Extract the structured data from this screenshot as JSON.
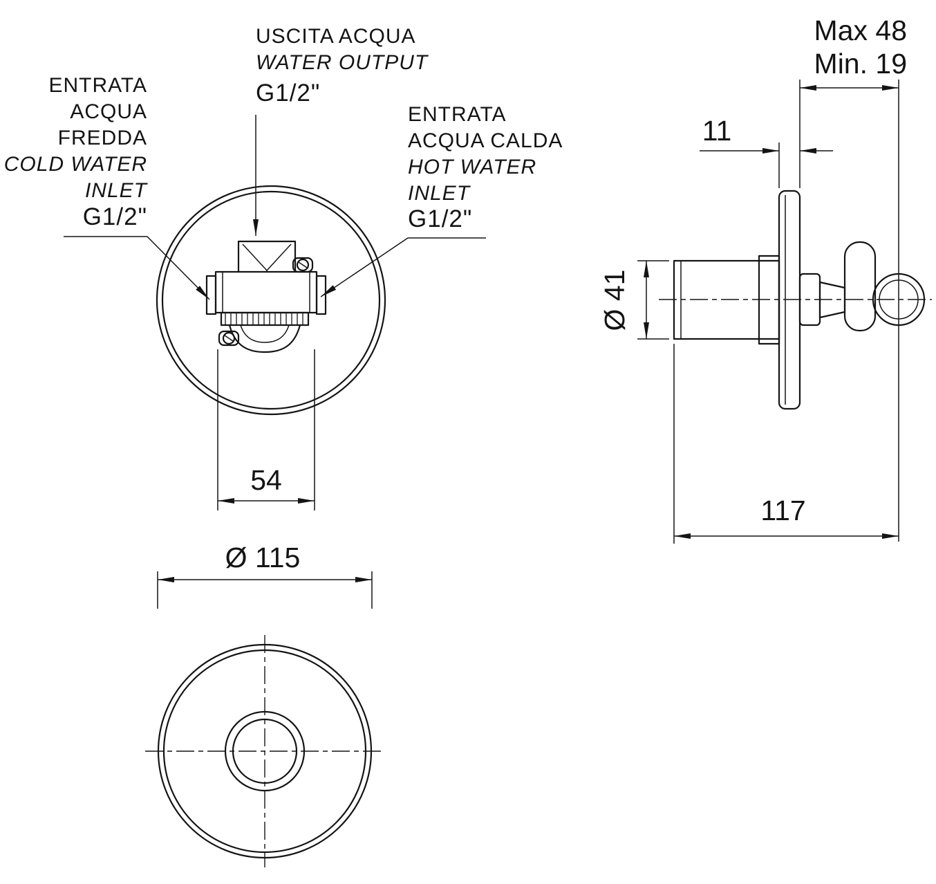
{
  "style": {
    "line_color": "#141414",
    "background": "#ffffff"
  },
  "front_view": {
    "output_label": {
      "lines": [
        "USCITA ACQUA",
        "WATER OUTPUT",
        "G1/2\""
      ]
    },
    "cold_inlet_label": {
      "lines": [
        "ENTRATA",
        "ACQUA",
        "FREDDA",
        "COLD WATER",
        "INLET",
        "G1/2\""
      ]
    },
    "hot_inlet_label": {
      "lines": [
        "ENTRATA",
        "ACQUA CALDA",
        "HOT WATER",
        "INLET",
        "G1/2\""
      ]
    },
    "dim_cartridge_width": "54"
  },
  "plate_view": {
    "dim_plate_diameter": "Ø 115"
  },
  "side_view": {
    "dim_depth_max": "Max 48",
    "dim_depth_min": "Min. 19",
    "dim_plate_thickness": "11",
    "dim_body_diameter": "Ø 41",
    "dim_total_depth": "117"
  }
}
